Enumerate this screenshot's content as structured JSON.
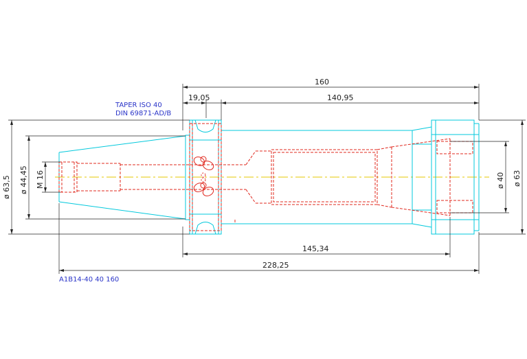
{
  "drawing": {
    "spec_line_1": "TAPER ISO 40",
    "spec_line_2": "DIN 69871-AD/B",
    "part_code": "A1B14-40 40 160",
    "dimensions": {
      "length_160": "160",
      "length_19_05": "19,05",
      "length_140_95": "140,95",
      "length_145_34": "145,34",
      "length_228_25": "228,25",
      "dia_63_5": "ø 63,5",
      "dia_44_45": "ø 44,45",
      "thread_m16": "M 16",
      "dia_40": "ø 40",
      "dia_63": "ø 63"
    },
    "colors": {
      "outline": "#00c8dc",
      "hidden": "#e0281e",
      "centerline": "#e6c800",
      "dimension": "#222222",
      "text_blue": "#2a34c8"
    }
  }
}
